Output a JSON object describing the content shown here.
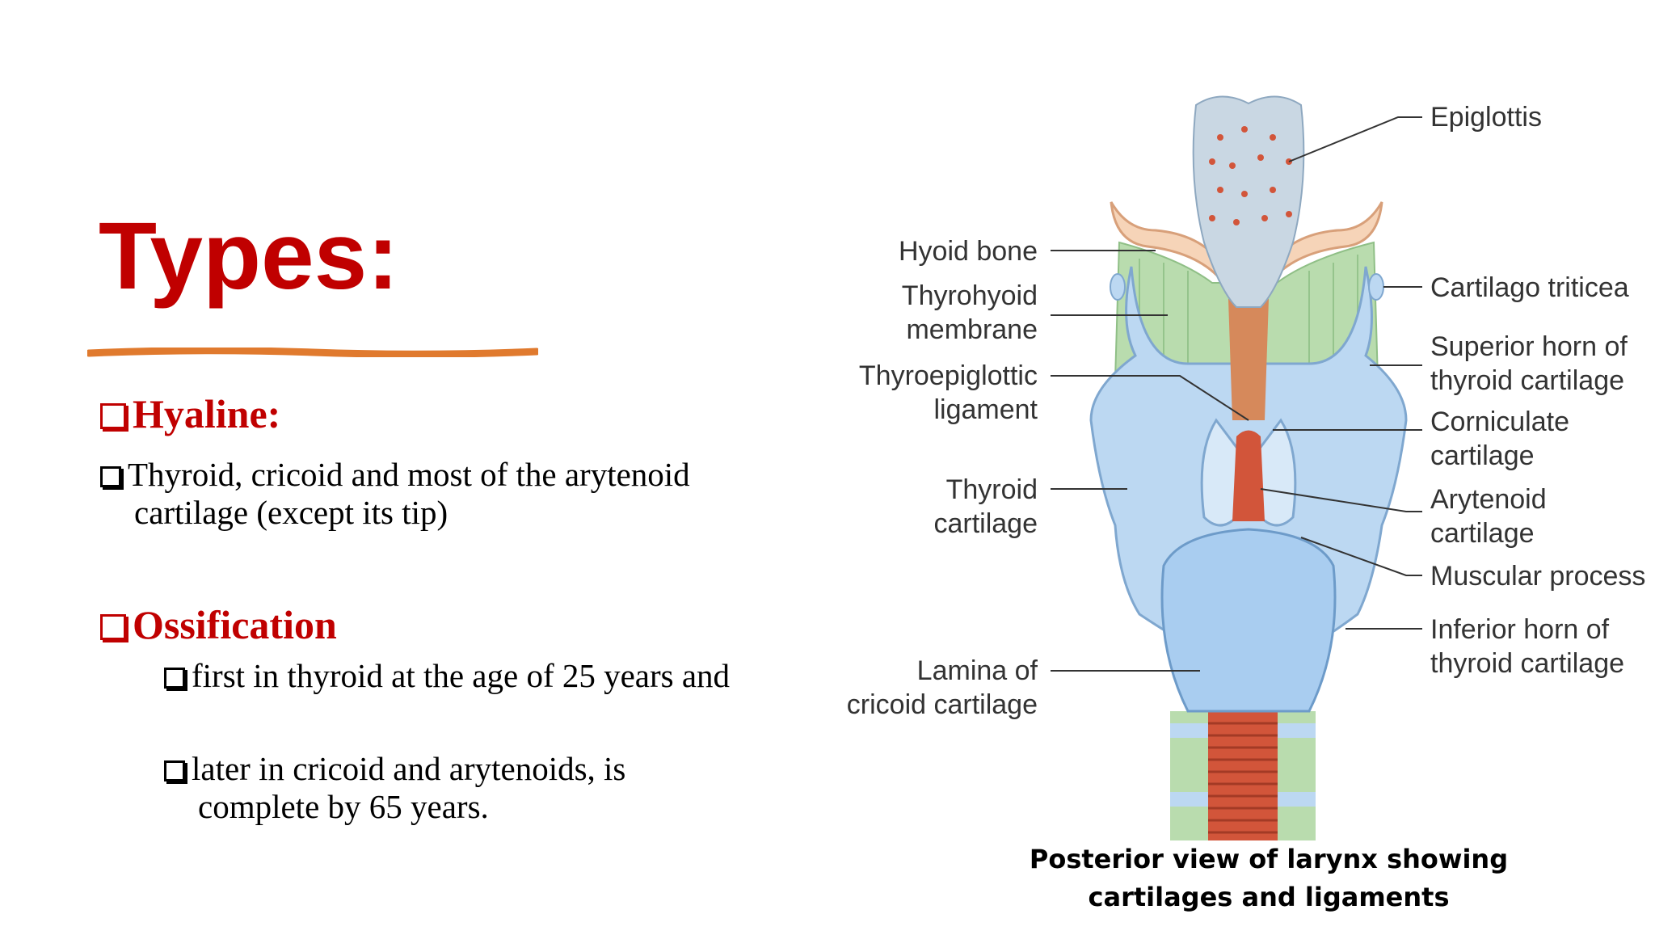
{
  "title": "Types:",
  "hyaline": {
    "heading": "Hyaline:",
    "item": "Thyroid, cricoid and most of the arytenoid cartilage (except its tip)"
  },
  "ossification": {
    "heading": "Ossification",
    "items": [
      "first in thyroid at the age of 25 years and",
      "later in cricoid and arytenoids, is complete by 65 years."
    ]
  },
  "figure": {
    "labels_left": {
      "hyoid_bone": "Hyoid bone",
      "thyrohyoid_1": "Thyrohyoid",
      "thyrohyoid_2": "membrane",
      "thyroepiglottic_1": "Thyroepiglottic",
      "thyroepiglottic_2": "ligament",
      "thyroid_1": "Thyroid",
      "thyroid_2": "cartilage",
      "lamina_1": "Lamina of",
      "lamina_2": "cricoid cartilage"
    },
    "labels_right": {
      "epiglottis": "Epiglottis",
      "triticea": "Cartilago triticea",
      "superior_1": "Superior horn of",
      "superior_2": "thyroid cartilage",
      "corniculate_1": "Corniculate",
      "corniculate_2": "cartilage",
      "arytenoid_1": "Arytenoid",
      "arytenoid_2": "cartilage",
      "muscular": "Muscular process",
      "inferior_1": "Inferior horn of",
      "inferior_2": "thyroid cartilage"
    },
    "caption_line1": "Posterior view of larynx showing",
    "caption_line2": "cartilages and ligaments"
  },
  "colors": {
    "accent_red": "#c00000",
    "underline_orange": "#e07a2e",
    "cartilage_blue": "#bcd8f2",
    "membrane_green": "#b9dcae",
    "muscle_red": "#d2553a"
  }
}
